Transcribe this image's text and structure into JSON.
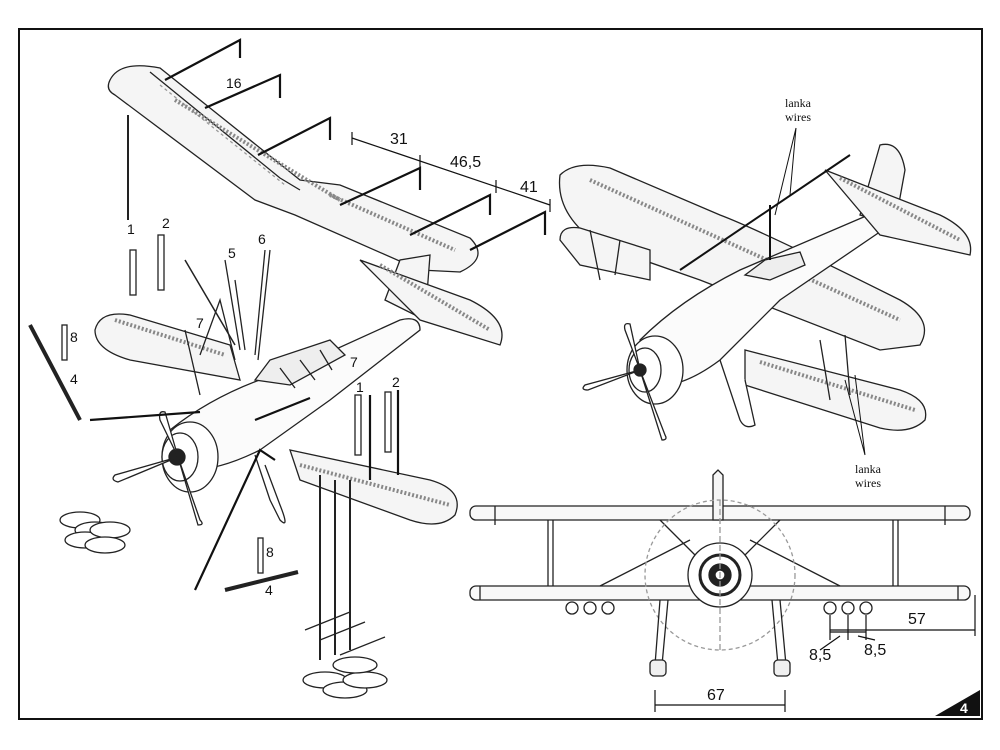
{
  "part_labels": {
    "p16": "16",
    "p1a": "1",
    "p2a": "2",
    "p5": "5",
    "p6": "6",
    "p7a": "7",
    "p7b": "7",
    "p8a": "8",
    "p4a": "4",
    "p1b": "1",
    "p2b": "2",
    "p8b": "8",
    "p4b": "4"
  },
  "dimensions_wing": [
    "31",
    "46,5",
    "41"
  ],
  "dimensions_front": {
    "span_57": "57",
    "pitch_a": "8,5",
    "pitch_b": "8,5",
    "gear_track": "67"
  },
  "annotations": {
    "upper_note": [
      "lanka",
      "wires"
    ],
    "lower_note": [
      "lanka",
      "wires"
    ]
  },
  "page_number": "4"
}
